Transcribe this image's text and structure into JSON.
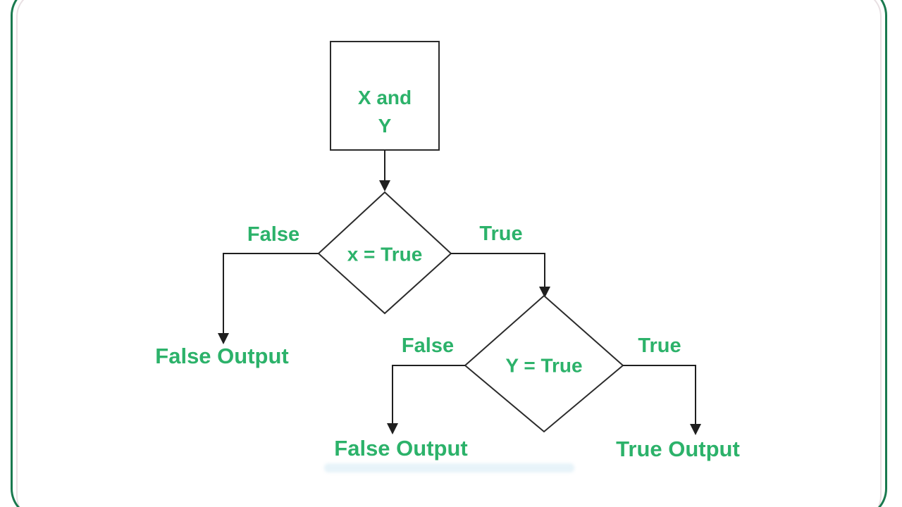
{
  "colors": {
    "text_green": "#2cb26a",
    "frame_border_green": "#1a7a4f",
    "connector_line": "#1f1f1f",
    "node_stroke": "#2b2b2b"
  },
  "flowchart": {
    "start": {
      "line1": "X and",
      "line2": "Y"
    },
    "decision_x": {
      "label": "x = True"
    },
    "decision_y": {
      "label": "Y = True"
    },
    "branches": {
      "x_false": "False",
      "x_true": "True",
      "y_false": "False",
      "y_true": "True"
    },
    "outputs": {
      "x_false": "False Output",
      "y_false": "False Output",
      "y_true": "True Output"
    }
  }
}
